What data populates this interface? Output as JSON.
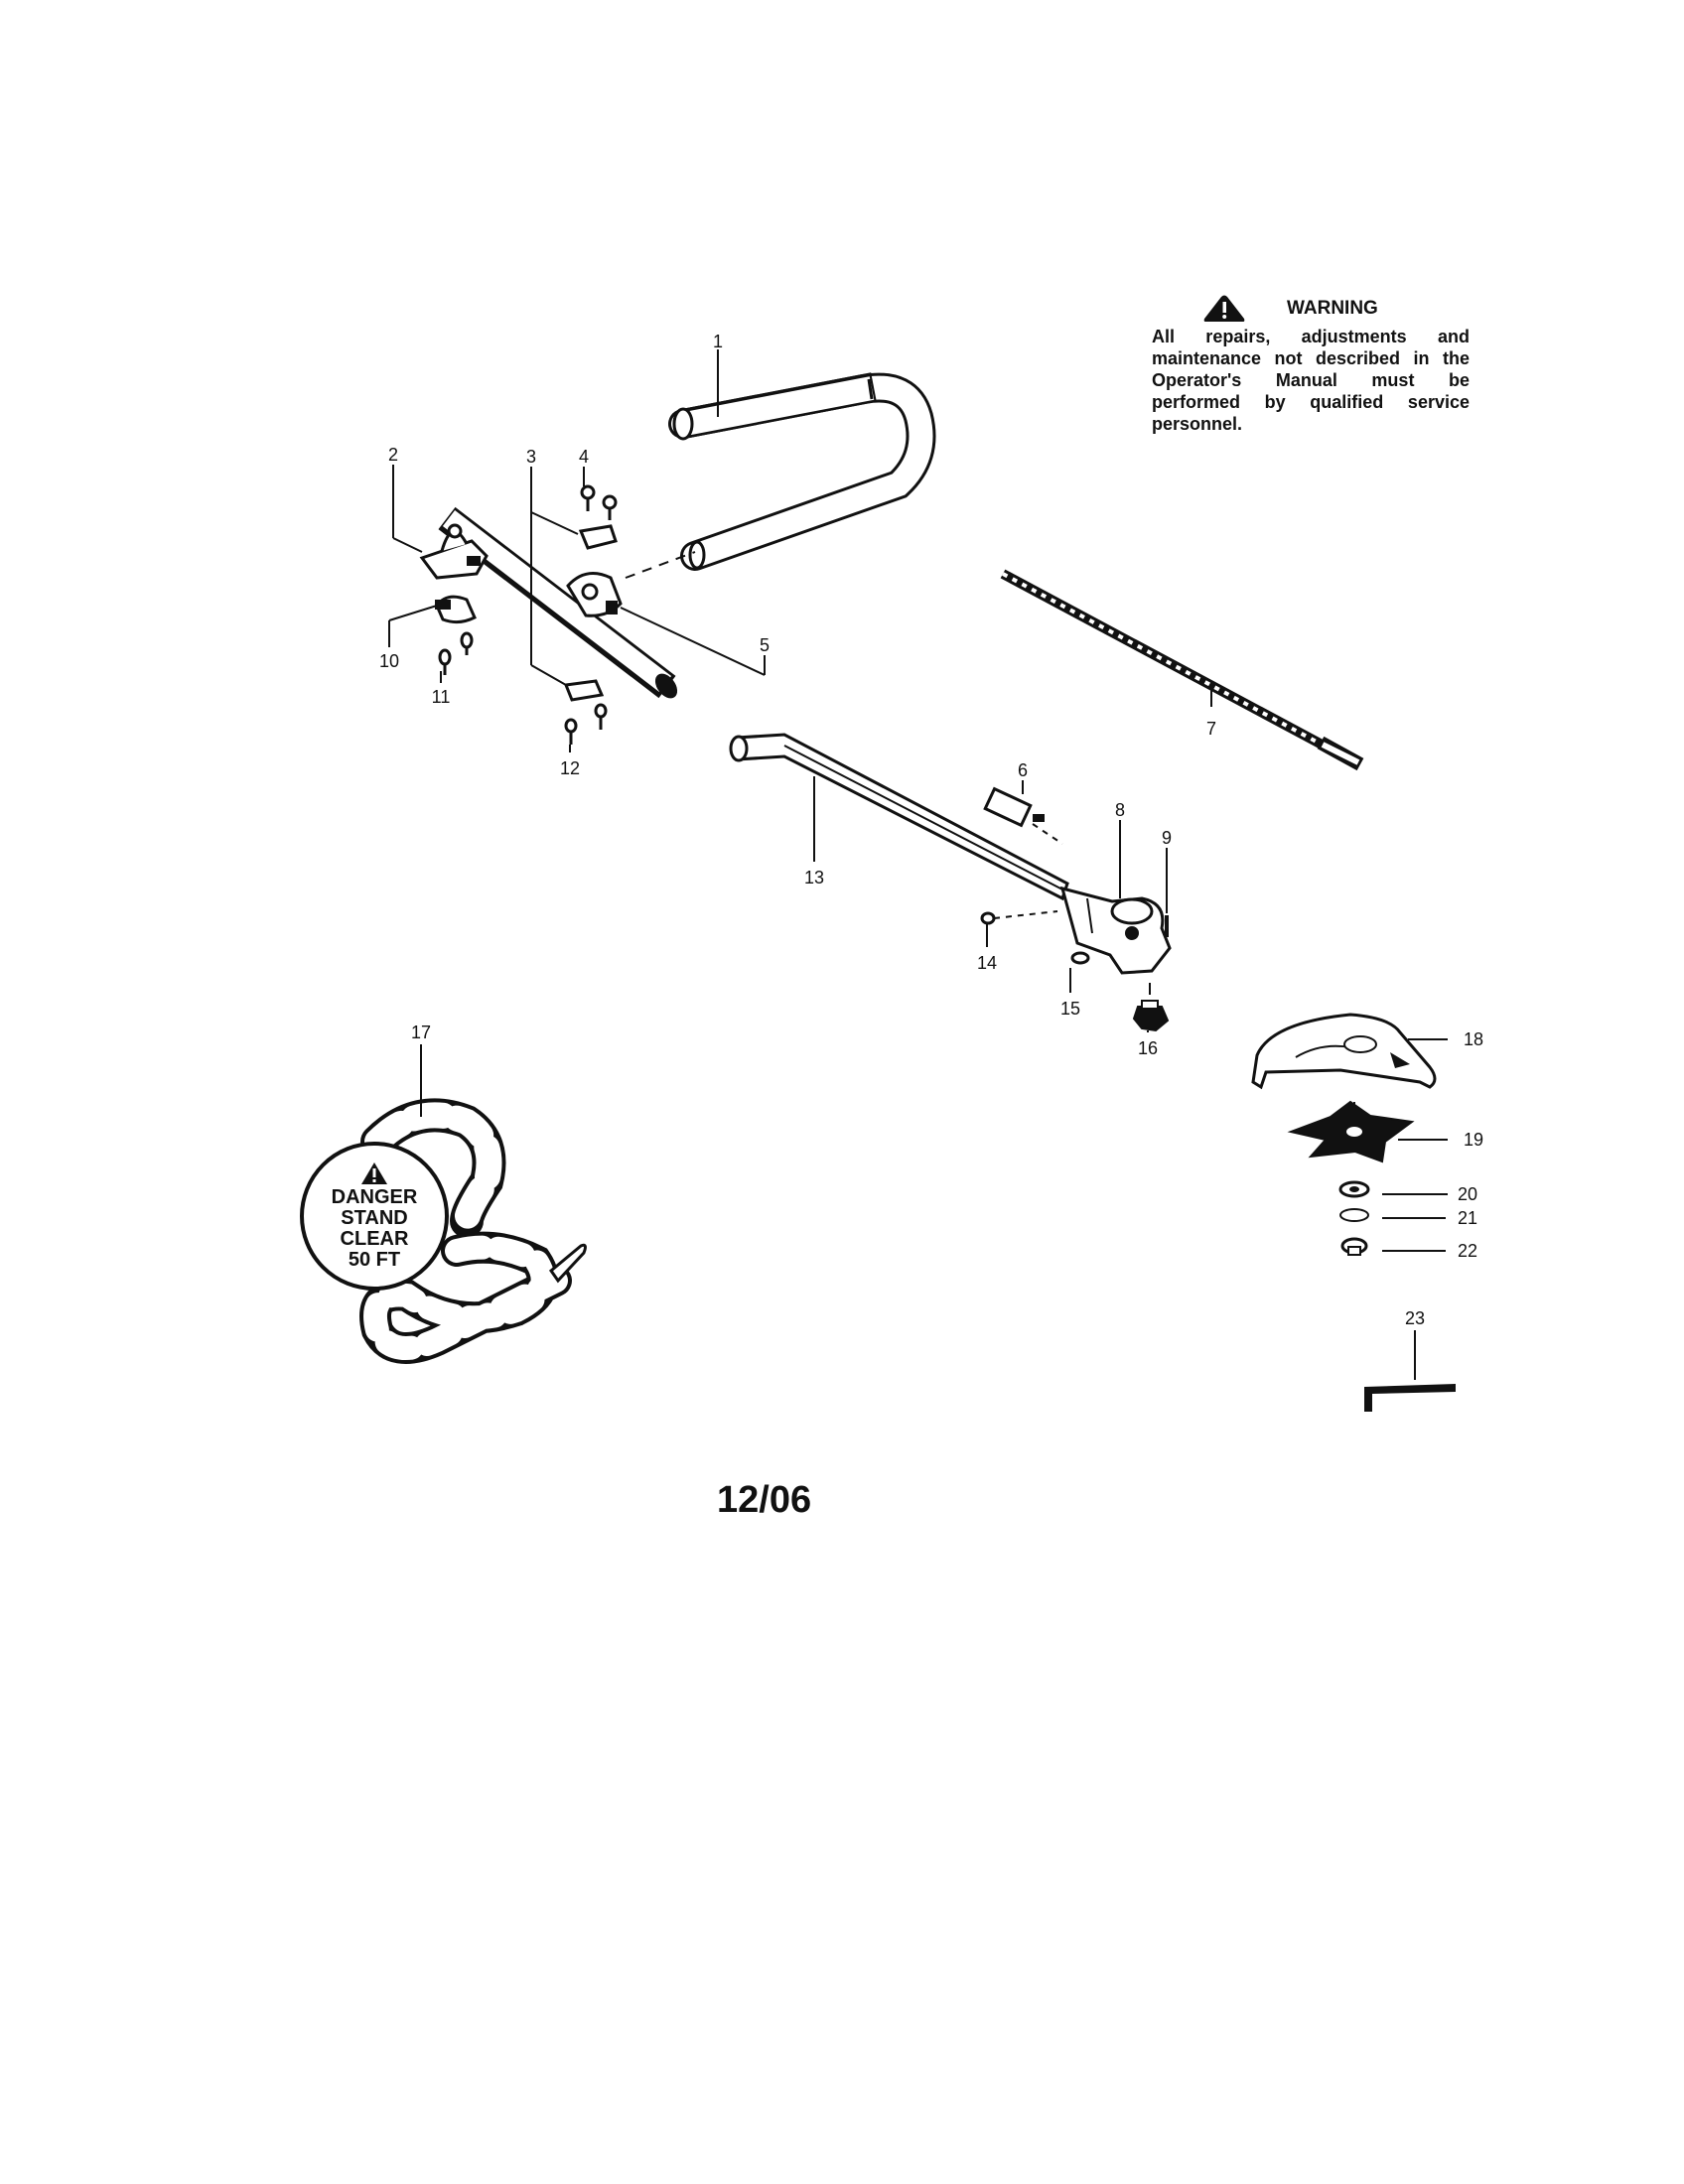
{
  "warning": {
    "title": "WARNING",
    "text": "All repairs, adjustments and maintenance not described in the Operator's Manual must be performed by qualified service personnel.",
    "icon": "warning-triangle-icon"
  },
  "danger_label": {
    "line1": "DANGER",
    "line2": "STAND",
    "line3": "CLEAR",
    "line4": "50 FT",
    "icon": "warning-triangle-icon"
  },
  "footer": {
    "code": "12/06"
  },
  "callouts": {
    "c1": "1",
    "c2": "2",
    "c3": "3",
    "c4": "4",
    "c5": "5",
    "c6": "6",
    "c7": "7",
    "c8": "8",
    "c9": "9",
    "c10": "10",
    "c11": "11",
    "c12": "12",
    "c13": "13",
    "c14": "14",
    "c15": "15",
    "c16": "16",
    "c17": "17",
    "c18": "18",
    "c19": "19",
    "c20": "20",
    "c21": "21",
    "c22": "22",
    "c23": "23"
  }
}
